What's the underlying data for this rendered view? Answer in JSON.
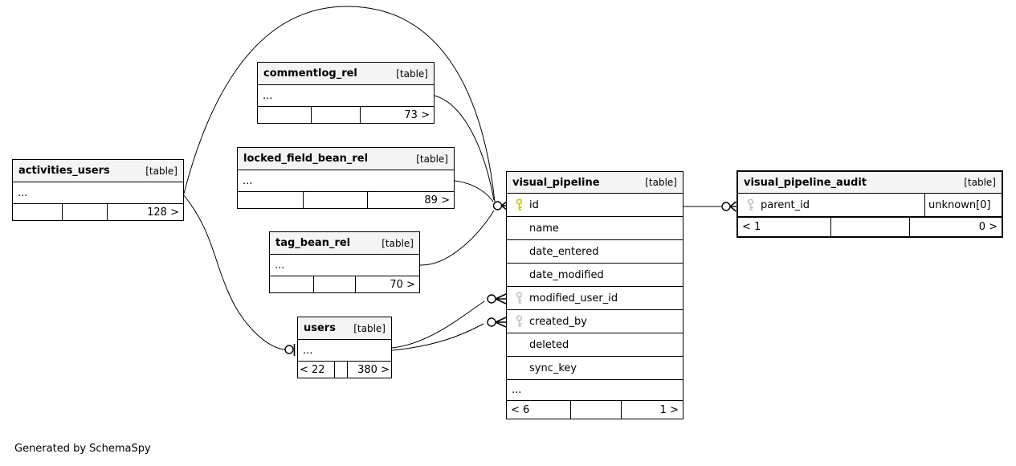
{
  "note": "Generated by SchemaSpy",
  "colors": {
    "header_bg": "#f4f4f4",
    "border": "#000000",
    "primary_key": "#c9c900",
    "foreign_key": "#c4c4c4",
    "edge": "#000000"
  },
  "icons": {
    "primary_key_icon": "yellow-key-icon",
    "foreign_key_icon": "gray-key-icon",
    "zero_many_connector": "circle-with-crows-foot",
    "one_connector": "circle-with-bar"
  },
  "tables": {
    "activities_users": {
      "name": "activities_users",
      "type_label": "[table]",
      "ellipsis": "...",
      "footer": [
        "",
        "",
        "128 >"
      ]
    },
    "commentlog_rel": {
      "name": "commentlog_rel",
      "type_label": "[table]",
      "ellipsis": "...",
      "footer": [
        "",
        "",
        "73 >"
      ]
    },
    "locked_field_bean_rel": {
      "name": "locked_field_bean_rel",
      "type_label": "[table]",
      "ellipsis": "...",
      "footer": [
        "",
        "",
        "89 >"
      ]
    },
    "tag_bean_rel": {
      "name": "tag_bean_rel",
      "type_label": "[table]",
      "ellipsis": "...",
      "footer": [
        "",
        "",
        "70 >"
      ]
    },
    "users": {
      "name": "users",
      "type_label": "[table]",
      "ellipsis": "...",
      "footer": [
        "< 22",
        "",
        "380 >"
      ]
    },
    "visual_pipeline": {
      "name": "visual_pipeline",
      "type_label": "[table]",
      "columns": [
        {
          "name": "id",
          "key": "primary"
        },
        {
          "name": "name",
          "key": ""
        },
        {
          "name": "date_entered",
          "key": ""
        },
        {
          "name": "date_modified",
          "key": ""
        },
        {
          "name": "modified_user_id",
          "key": "foreign"
        },
        {
          "name": "created_by",
          "key": "foreign"
        },
        {
          "name": "deleted",
          "key": ""
        },
        {
          "name": "sync_key",
          "key": ""
        }
      ],
      "ellipsis": "...",
      "footer": [
        "< 6",
        "",
        "1 >"
      ]
    },
    "visual_pipeline_audit": {
      "name": "visual_pipeline_audit",
      "type_label": "[table]",
      "columns": [
        {
          "name": "parent_id",
          "key": "foreign",
          "type": "unknown[0]"
        }
      ],
      "footer": [
        "< 1",
        "",
        "0 >"
      ]
    }
  }
}
